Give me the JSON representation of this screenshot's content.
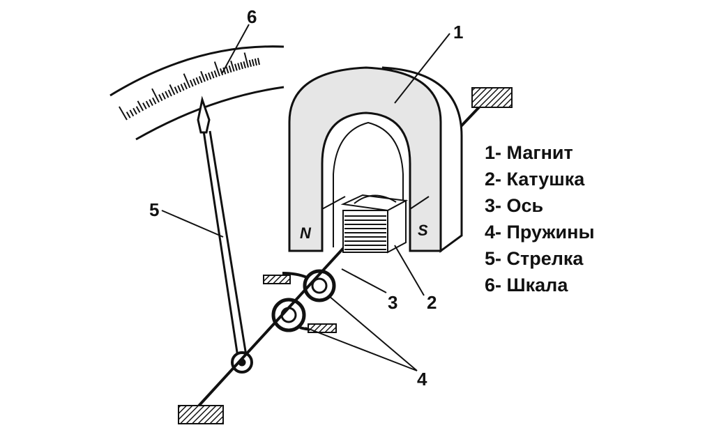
{
  "callouts": {
    "magnet": "1",
    "coil": "2",
    "axis": "3",
    "springs": "4",
    "pointer": "5",
    "scale": "6"
  },
  "poles": {
    "north": "N",
    "south": "S"
  },
  "legend": [
    "1- Магнит",
    "2- Катушка",
    "3- Ось",
    "4- Пружины",
    "5- Стрелка",
    "6- Шкала"
  ],
  "colors": {
    "ink": "#111111",
    "paper": "#ffffff",
    "magnet_shade": "#e6e6e6"
  }
}
